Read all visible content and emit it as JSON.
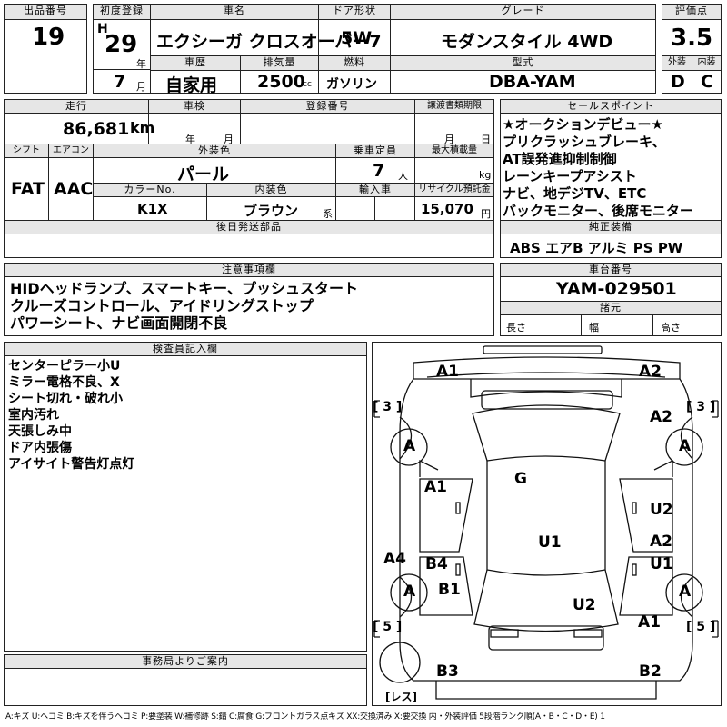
{
  "lot": {
    "label": "出品番号",
    "value": "19"
  },
  "reg": {
    "label": "初度登録",
    "era": "H",
    "year": "29",
    "year_unit": "年",
    "month": "7",
    "month_unit": "月"
  },
  "car_name": {
    "label": "車名",
    "value": "エクシーガ クロスオーバー7"
  },
  "doors": {
    "label": "ドア形状",
    "value": "5W"
  },
  "grade": {
    "label": "グレード",
    "value": "モダンスタイル 4WD"
  },
  "score": {
    "label": "評価点",
    "value": "3.5",
    "ext_label": "外装",
    "ext_value": "D",
    "int_label": "内装",
    "int_value": "C"
  },
  "history": {
    "label": "車歴",
    "value": "自家用"
  },
  "displacement": {
    "label": "排気量",
    "value": "2500",
    "unit": "cc"
  },
  "fuel": {
    "label": "燃料",
    "value": "ガソリン"
  },
  "model_code": {
    "label": "型式",
    "value": "DBA-YAM"
  },
  "mileage": {
    "label": "走行",
    "value": "86,681",
    "unit": "km"
  },
  "inspection": {
    "label": "車検",
    "year_unit": "年",
    "month_unit": "月"
  },
  "plate": {
    "label": "登録番号"
  },
  "transfer": {
    "label": "譲渡書類期限",
    "month_unit": "月",
    "day_unit": "日"
  },
  "shift": {
    "label": "シフト",
    "value": "FAT"
  },
  "aircon": {
    "label": "エアコン",
    "value": "AAC"
  },
  "ext_color": {
    "label": "外装色",
    "value": "パール"
  },
  "capacity": {
    "label": "乗車定員",
    "value": "7",
    "unit": "人"
  },
  "max_load": {
    "label": "最大積載量",
    "unit": "kg"
  },
  "color_no": {
    "label": "カラーNo.",
    "value": "K1X"
  },
  "int_color": {
    "label": "内装色",
    "value": "ブラウン",
    "unit": "系"
  },
  "import": {
    "label": "輸入車"
  },
  "recycle": {
    "label": "リサイクル預託金",
    "value": "15,070",
    "unit": "円"
  },
  "later_parts": {
    "label": "後日発送部品"
  },
  "sales_points": {
    "label": "セールスポイント",
    "lines": [
      "★オークションデビュー★",
      "プリクラッシュブレーキ、",
      "AT誤発進抑制制御",
      "レーンキープアシスト",
      "ナビ、地デジTV、ETC",
      "バックモニター、後席モニター"
    ]
  },
  "standard": {
    "label": "純正装備",
    "value": "ABS エアB アルミ PS PW"
  },
  "notes": {
    "label": "注意事項欄",
    "lines": [
      "HIDヘッドランプ、スマートキー、プッシュスタート",
      "クルーズコントロール、アイドリングストップ",
      "パワーシート、ナビ画面開閉不良"
    ]
  },
  "chassis": {
    "label": "車台番号",
    "value": "YAM-029501",
    "dims_label": "諸元",
    "length": "長さ",
    "width": "幅",
    "height": "高さ"
  },
  "inspector": {
    "label": "検査員記入欄",
    "lines": [
      "センターピラー小U",
      "ミラー電格不良、X",
      "シート切れ・破れ小",
      "室内汚れ",
      "天張しみ中",
      "ドア内張傷",
      "アイサイト警告灯点灯"
    ]
  },
  "office": {
    "label": "事務局よりご案内"
  },
  "diagram_marks": {
    "front_left": "A1",
    "front_right": "A2",
    "right_front_fender": "A2",
    "tire_fl": "A",
    "tire_fr": "A",
    "tire_rl": "A",
    "tire_rr": "A",
    "bracket_fl": "[ 3 ]",
    "bracket_fr": "[ 3 ]",
    "bracket_rl": "[ 5 ]",
    "bracket_rr": "[ 5 ]",
    "roof": "G",
    "left_front_door": "A1",
    "right_front_door": "U2",
    "center": "U1",
    "left_side": "A4",
    "left_rear_door": "B4",
    "right_rear_door_a": "A2",
    "right_rear_door_b": "U1",
    "left_rear_fender": "B1",
    "rear_center": "U2",
    "right_rear_fender": "A1",
    "rear_left": "B3",
    "rear_right": "B2",
    "spare": "[レス]"
  },
  "legend": "A:キズ U:ヘコミ B:キズを伴うヘコミ P:要塗装 W:補修跡 S:錆 C:腐食 G:フロントガラス点キズ XX:交換済み X:要交換 内・外装評価 5段階ランク順(A・B・C・D・E) 1"
}
